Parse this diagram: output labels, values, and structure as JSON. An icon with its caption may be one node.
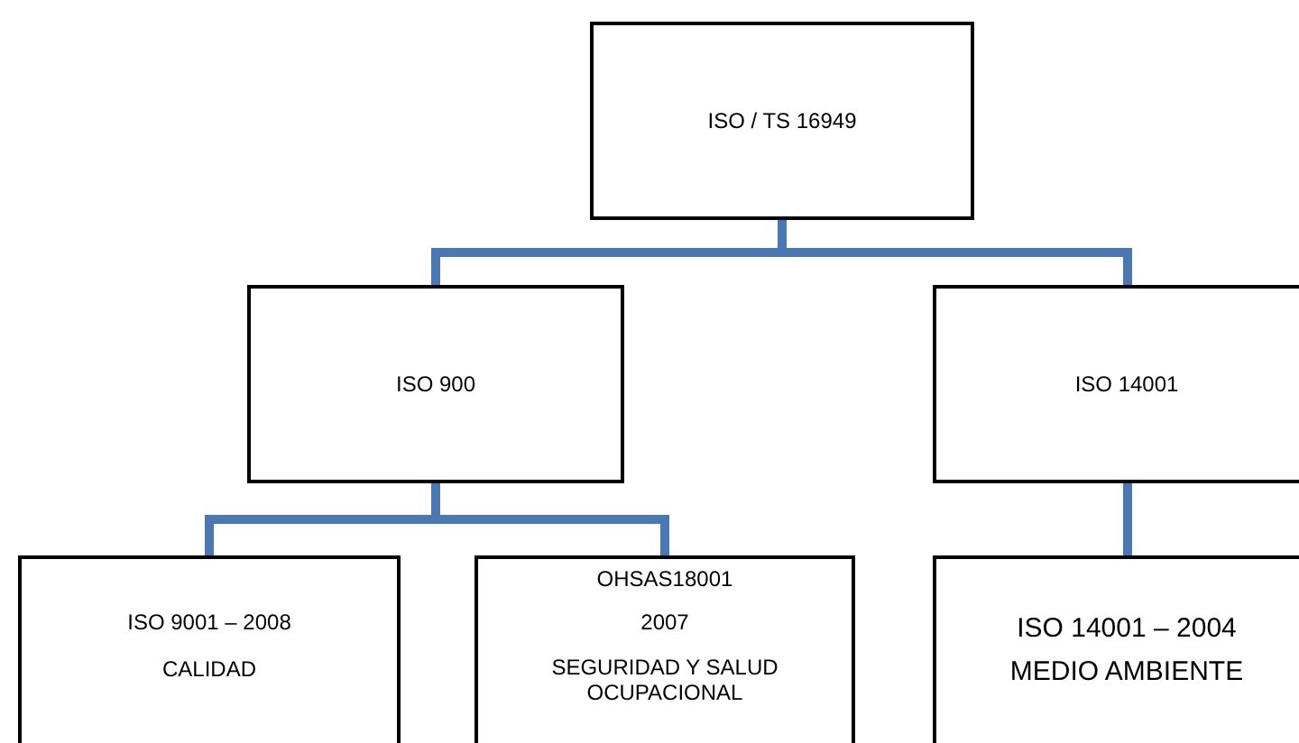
{
  "diagram": {
    "nodes": [
      {
        "text": [
          "ISO / TS 16949"
        ]
      },
      {
        "text": [
          "ISO 900"
        ]
      },
      {
        "text": [
          "ISO 14001"
        ]
      },
      {
        "text": [
          "ISO 9001 – 2008",
          "CALIDAD"
        ]
      },
      {
        "text": [
          "OHSAS18001",
          "2007",
          "SEGURIDAD Y SALUD OCUPACIONAL"
        ]
      },
      {
        "text": [
          "ISO 14001 – 2004",
          "MEDIO AMBIENTE"
        ]
      }
    ],
    "edges": [
      {
        "from": 0,
        "to": 1,
        "arrow": "none"
      },
      {
        "from": 0,
        "to": 2,
        "arrow": "none"
      },
      {
        "from": 1,
        "to": 3,
        "arrow": "none"
      },
      {
        "from": 1,
        "to": 4,
        "arrow": "none"
      },
      {
        "from": 2,
        "to": 5,
        "arrow": "none"
      }
    ]
  }
}
